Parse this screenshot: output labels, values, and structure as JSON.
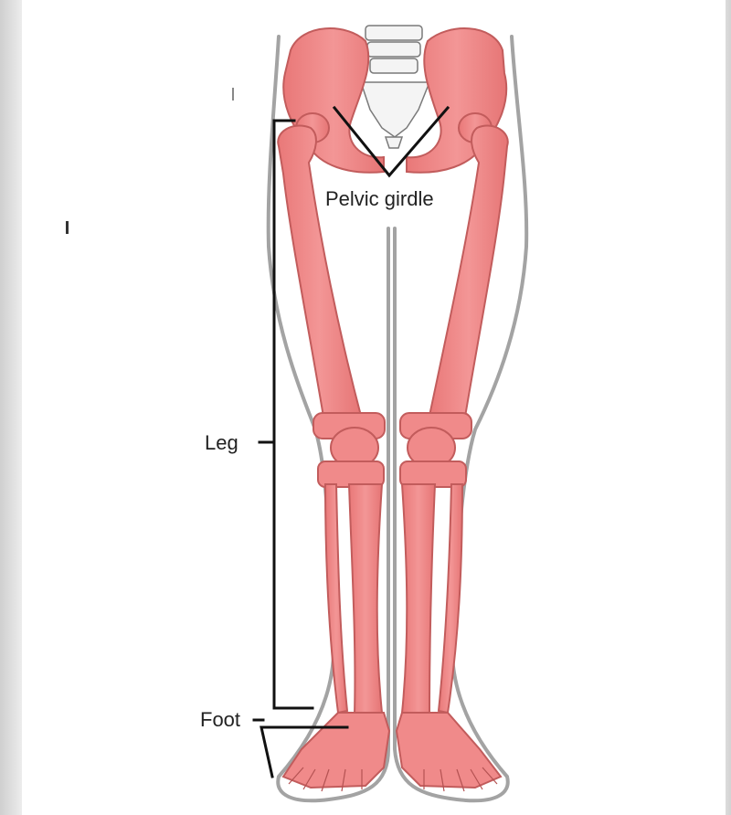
{
  "labels": {
    "pelvic_girdle": "Pelvic girdle",
    "leg": "Leg",
    "foot": "Foot"
  },
  "colors": {
    "bone_fill": "#f08a8a",
    "bone_stroke": "#c75a5a",
    "outline": "#9a9a9a",
    "leader_line": "#111111",
    "vertebra": "#f2f2f2"
  }
}
